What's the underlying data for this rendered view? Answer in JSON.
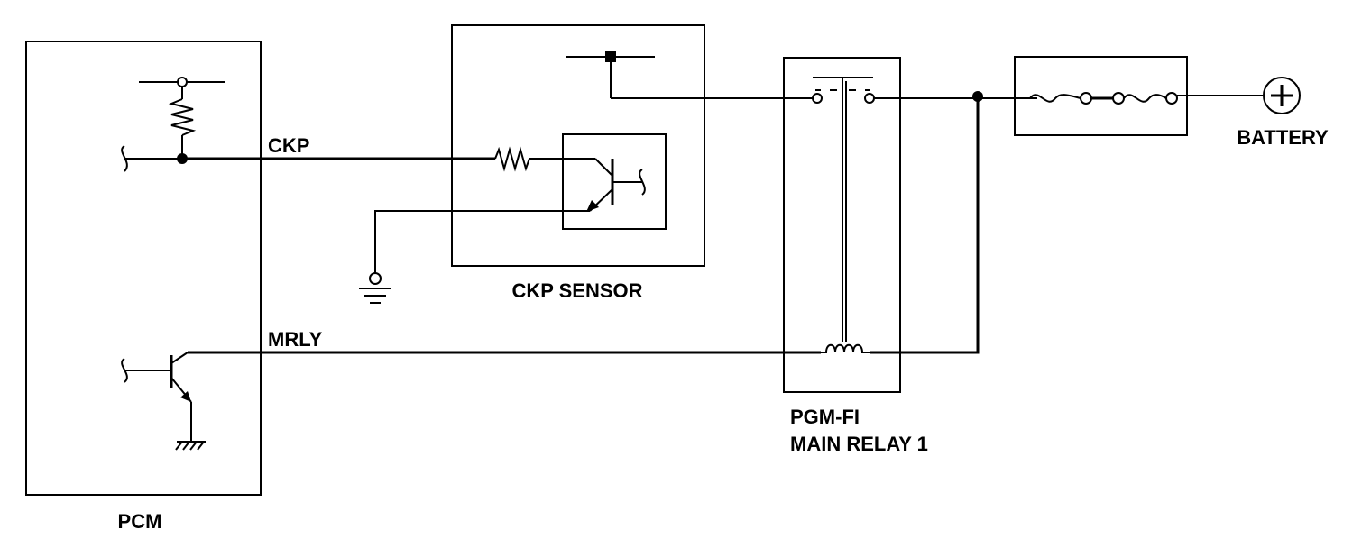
{
  "labels": {
    "pcm": "PCM",
    "ckp_signal": "CKP",
    "mrly_signal": "MRLY",
    "ckp_sensor": "CKP SENSOR",
    "relay_line1": "PGM-FI",
    "relay_line2": "MAIN RELAY 1",
    "battery": "BATTERY"
  }
}
